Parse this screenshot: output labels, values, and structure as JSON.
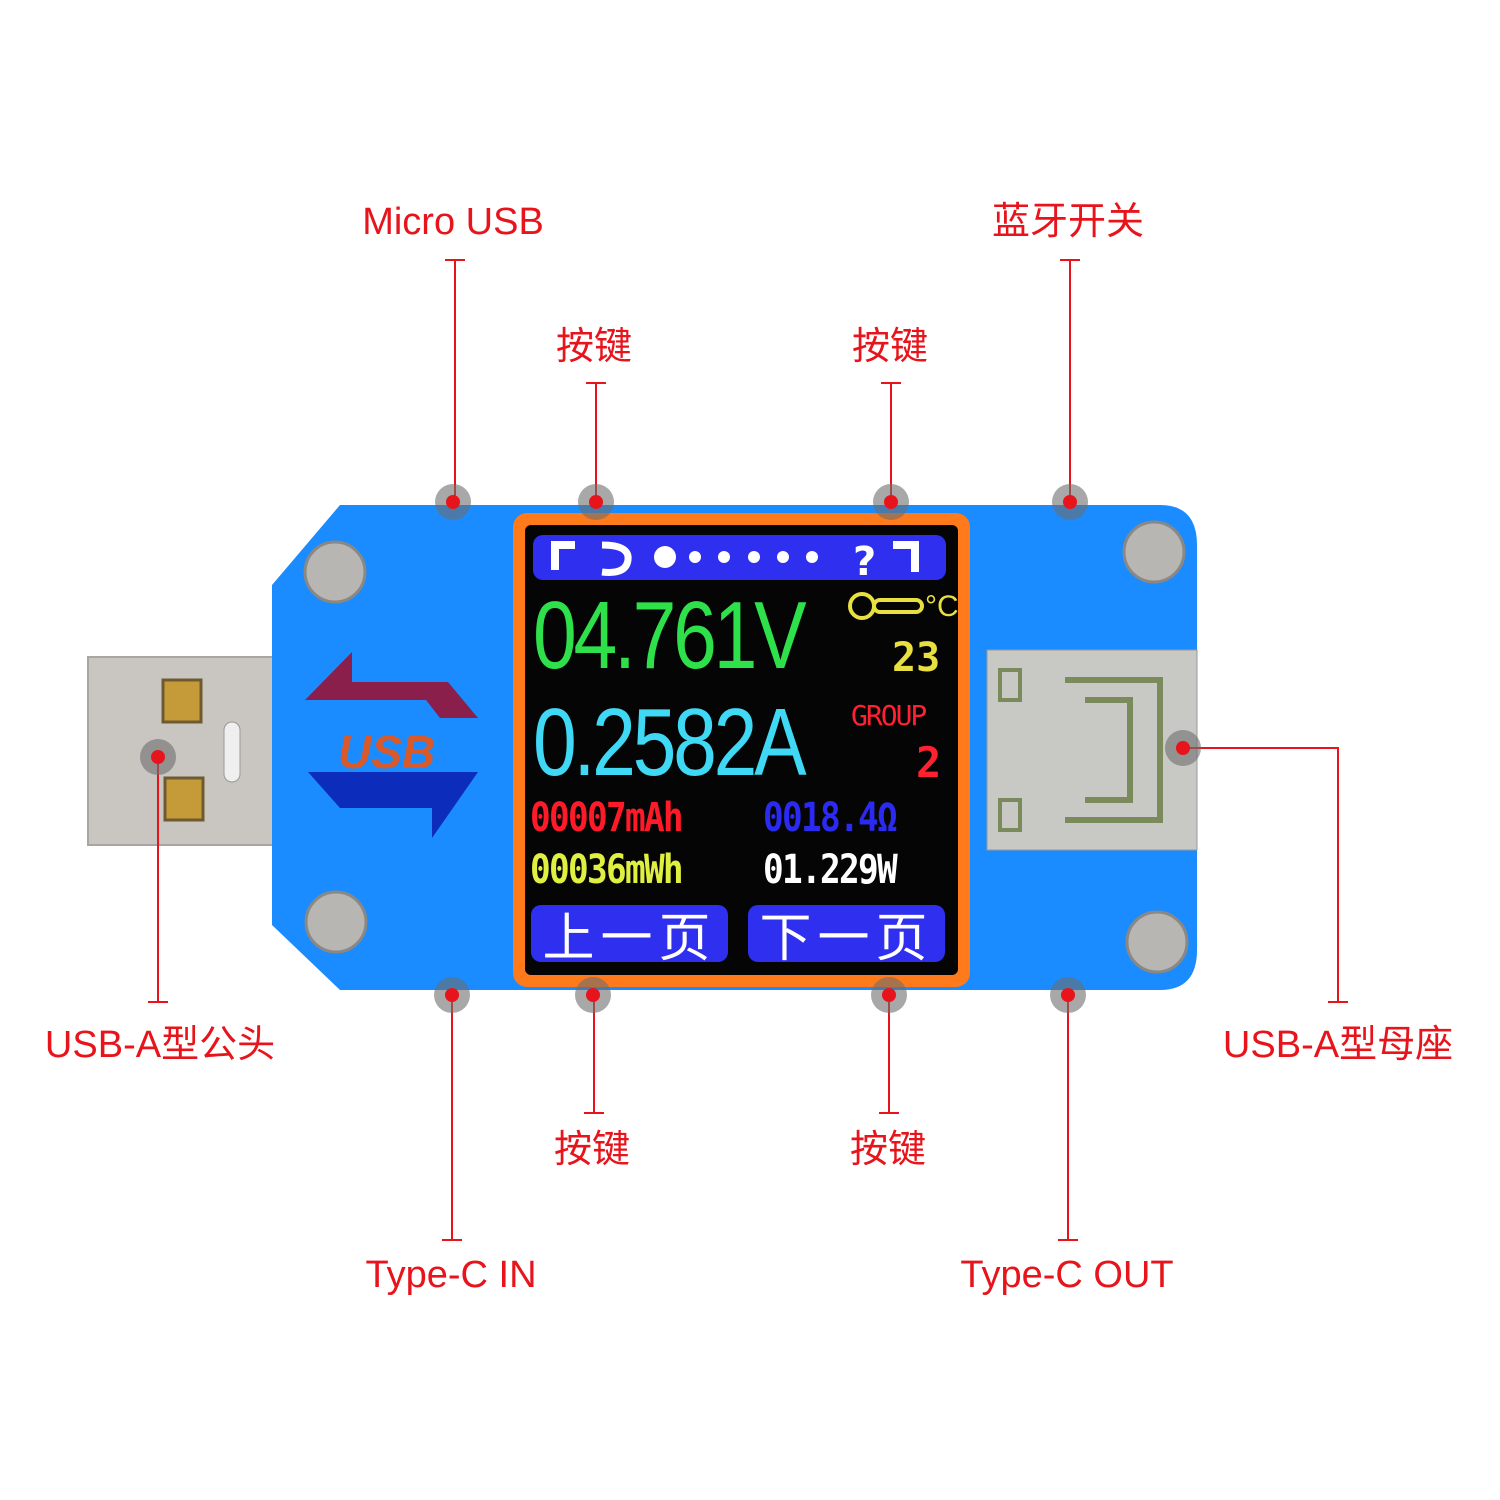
{
  "callouts": {
    "micro_usb": "Micro USB",
    "button_top_left": "按键",
    "button_top_right": "按键",
    "bluetooth_switch": "蓝牙开关",
    "usb_a_male": "USB-A型公头",
    "usb_a_female": "USB-A型母座",
    "type_c_in": "Type-C IN",
    "button_bottom_left": "按键",
    "button_bottom_right": "按键",
    "type_c_out": "Type-C OUT"
  },
  "device": {
    "logo_text": "USB",
    "screen": {
      "voltage": "04.761V",
      "temperature_unit": "°C",
      "temperature": "23",
      "current": "0.2582A",
      "group_label": "GROUP",
      "group_value": "2",
      "capacity_mah": "00007mAh",
      "resistance": "0018.4Ω",
      "energy_mwh": "00036mWh",
      "power": "01.229W",
      "prev_page": "上一页",
      "next_page": "下一页",
      "help_glyph": "?",
      "page_count": 6,
      "current_page": 1
    }
  },
  "colors": {
    "callout": "#e8141c",
    "body": "#1a8cff",
    "bezel": "#ff7a1a",
    "voltage": "#2ee04a",
    "current": "#3fd8f5",
    "group": "#ff2030",
    "mah": "#ff1a2a",
    "ohm": "#2a2af0",
    "mwh": "#e0f040",
    "watt": "#ffffff"
  }
}
